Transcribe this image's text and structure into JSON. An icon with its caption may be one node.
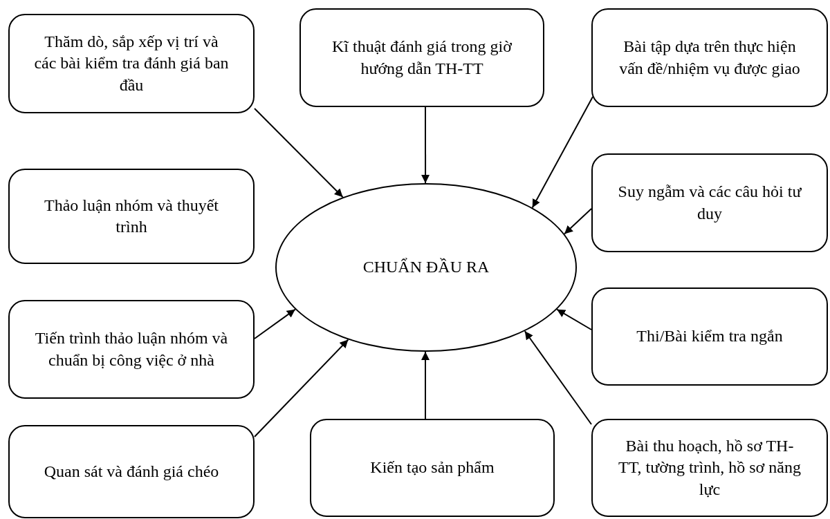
{
  "diagram": {
    "nodes": [
      {
        "text": [
          "CHUẨN ĐẦU RA"
        ]
      },
      {
        "text": [
          "Thăm dò, sắp xếp vị trí và các bài kiểm tra đánh giá ban đầu"
        ]
      },
      {
        "text": [
          "Kĩ thuật đánh giá trong giờ hướng dẫn TH-TT"
        ]
      },
      {
        "text": [
          "Bài tập dựa trên thực hiện vấn đề/nhiệm vụ được giao"
        ]
      },
      {
        "text": [
          "Thảo luận nhóm và thuyết trình"
        ]
      },
      {
        "text": [
          "Suy ngẫm và các câu hỏi tư duy"
        ]
      },
      {
        "text": [
          "Tiến trình thảo luận nhóm và chuẩn bị công việc ở nhà"
        ]
      },
      {
        "text": [
          "Thi/Bài kiểm tra ngắn"
        ]
      },
      {
        "text": [
          "Quan sát và đánh giá chéo"
        ]
      },
      {
        "text": [
          "Kiến tạo sản phẩm"
        ]
      },
      {
        "text": [
          "Bài thu hoạch, hồ sơ TH-TT, tường trình, hồ sơ năng lực"
        ]
      }
    ],
    "edges": [
      {
        "from": 1,
        "to": 0,
        "arrow": "to"
      },
      {
        "from": 2,
        "to": 0,
        "arrow": "to"
      },
      {
        "from": 3,
        "to": 0,
        "arrow": "to"
      },
      {
        "from": 5,
        "to": 0,
        "arrow": "to"
      },
      {
        "from": 6,
        "to": 0,
        "arrow": "to"
      },
      {
        "from": 7,
        "to": 0,
        "arrow": "to"
      },
      {
        "from": 8,
        "to": 0,
        "arrow": "to"
      },
      {
        "from": 9,
        "to": 0,
        "arrow": "to"
      },
      {
        "from": 10,
        "to": 0,
        "arrow": "to"
      }
    ]
  }
}
